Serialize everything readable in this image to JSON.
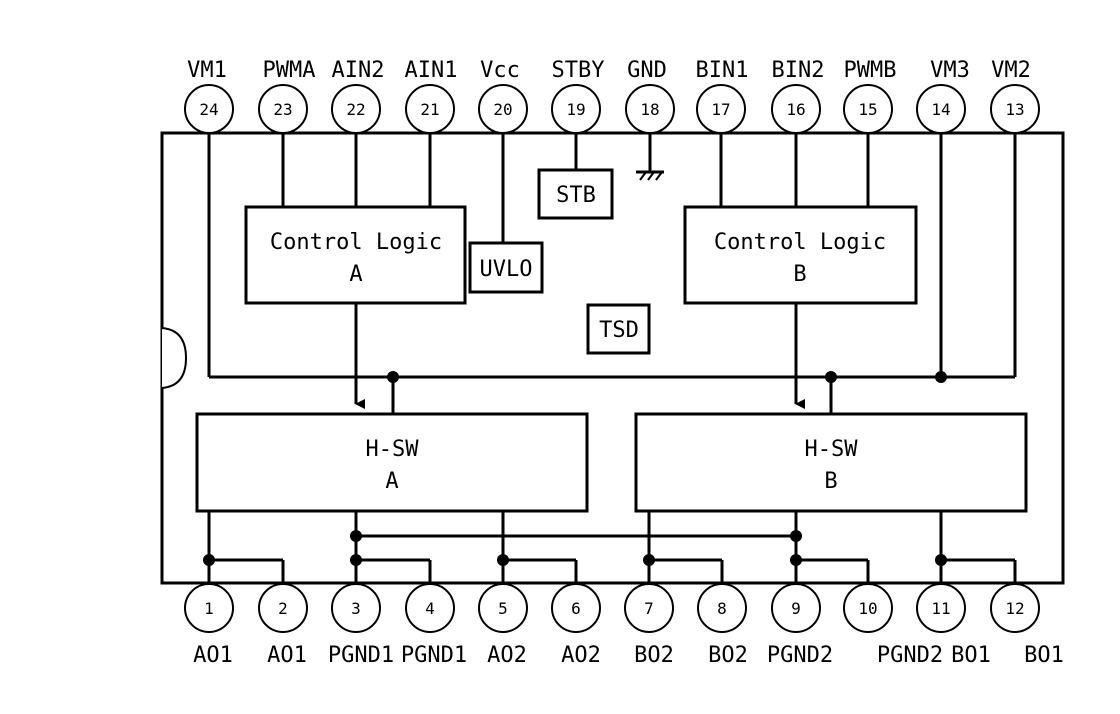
{
  "top_pins": [
    {
      "num": "24",
      "label": "VM1"
    },
    {
      "num": "23",
      "label": "PWMA"
    },
    {
      "num": "22",
      "label": "AIN2"
    },
    {
      "num": "21",
      "label": "AIN1"
    },
    {
      "num": "20",
      "label": "Vcc"
    },
    {
      "num": "19",
      "label": "STBY"
    },
    {
      "num": "18",
      "label": "GND"
    },
    {
      "num": "17",
      "label": "BIN1"
    },
    {
      "num": "16",
      "label": "BIN2"
    },
    {
      "num": "15",
      "label": "PWMB"
    },
    {
      "num": "14",
      "label": "VM3"
    },
    {
      "num": "13",
      "label": "VM2"
    }
  ],
  "bottom_pins": [
    {
      "num": "1",
      "label": "AO1"
    },
    {
      "num": "2",
      "label": "AO1"
    },
    {
      "num": "3",
      "label": "PGND1"
    },
    {
      "num": "4",
      "label": "PGND1"
    },
    {
      "num": "5",
      "label": "AO2"
    },
    {
      "num": "6",
      "label": "AO2"
    },
    {
      "num": "7",
      "label": "BO2"
    },
    {
      "num": "8",
      "label": "BO2"
    },
    {
      "num": "9",
      "label": "PGND2"
    },
    {
      "num": "10",
      "label": "PGND2"
    },
    {
      "num": "11",
      "label": "BO1"
    },
    {
      "num": "12",
      "label": "BO1"
    }
  ],
  "blocks": {
    "control_a": {
      "line1": "Control Logic",
      "line2": "A"
    },
    "control_b": {
      "line1": "Control Logic",
      "line2": "B"
    },
    "hsw_a": {
      "line1": "H-SW",
      "line2": "A"
    },
    "hsw_b": {
      "line1": "H-SW",
      "line2": "B"
    },
    "stb": "STB",
    "uvlo": "UVLO",
    "tsd": "TSD"
  }
}
